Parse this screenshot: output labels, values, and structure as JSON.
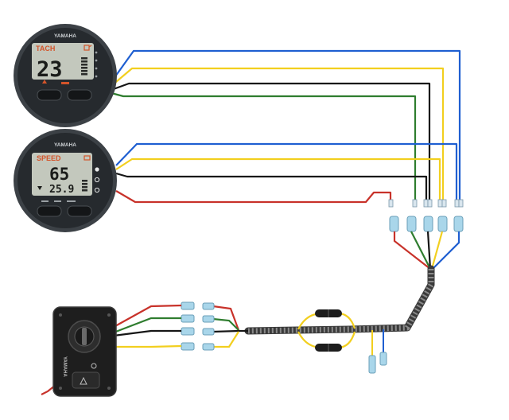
{
  "colors": {
    "blue": "#1f5fd1",
    "yellow": "#f2cf1f",
    "black": "#161616",
    "green": "#2f7d2f",
    "red": "#c8322a",
    "gauge_body": "#262a2e",
    "lcd_bg": "#c3c8bd",
    "lcd_label": "#d3542a",
    "harness": "#3a3a3a",
    "connector": "#a9d6ea"
  },
  "gauges": {
    "tach": {
      "brand": "YAMAHA",
      "label": "TACH",
      "value": "23",
      "icon": "fuel-icon"
    },
    "speed": {
      "brand": "YAMAHA",
      "label": "SPEED",
      "value": "65",
      "subvalue": "25.9",
      "icon": "engine-icon"
    }
  },
  "panel": {
    "brand": "YAMAHA",
    "icon": "key-icon"
  }
}
